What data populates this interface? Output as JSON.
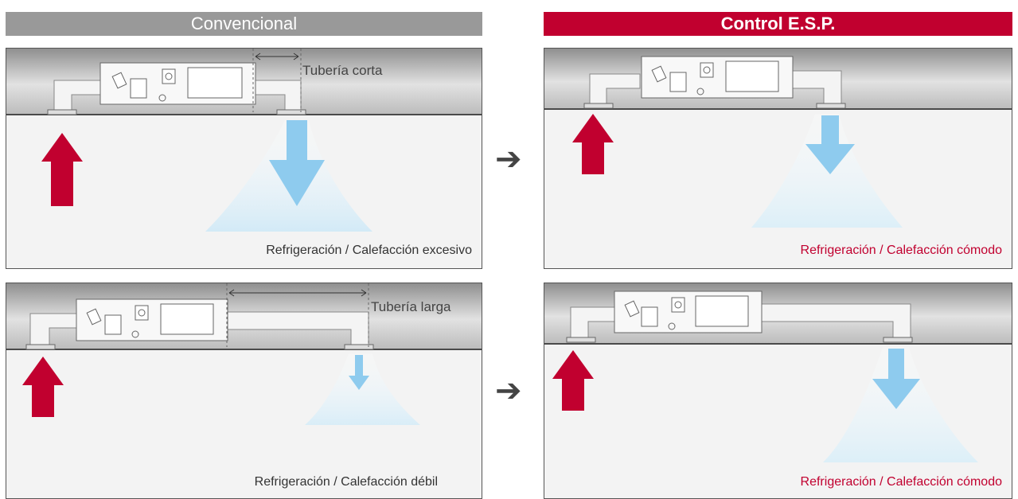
{
  "header": {
    "left_title": "Convencional",
    "right_title": "Control E.S.P."
  },
  "panels": {
    "conv_short": {
      "pipe_label": "Tubería corta",
      "caption": "Refrigeración / Calefacción excesivo"
    },
    "esp_short": {
      "caption": "Refrigeración / Calefacción cómodo"
    },
    "conv_long": {
      "pipe_label": "Tubería larga",
      "caption": "Refrigeración / Calefacción débil"
    },
    "esp_long": {
      "caption": "Refrigeración / Calefacción cómodo"
    }
  },
  "transition_arrow": "➔",
  "colors": {
    "accent_red": "#c1002f",
    "header_gray": "#999999",
    "airflow_blue": "#8ecbee"
  }
}
